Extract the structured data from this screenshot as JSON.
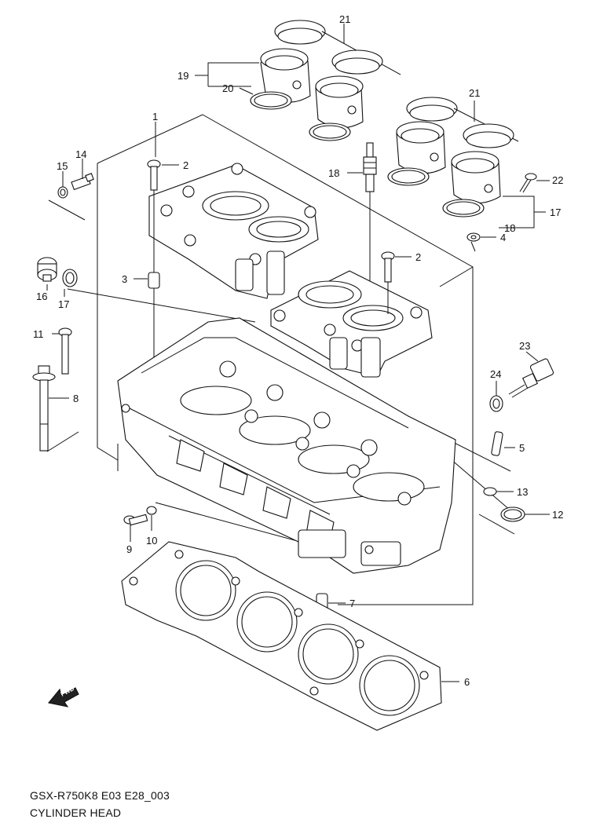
{
  "diagram": {
    "model_code": "GSX-R750K8 E03 E28_003",
    "title": "CYLINDER HEAD",
    "fwd_label": "FWD",
    "callouts": [
      {
        "id": "c21a",
        "label": "21"
      },
      {
        "id": "c19",
        "label": "19"
      },
      {
        "id": "c20",
        "label": "20"
      },
      {
        "id": "c21b",
        "label": "21"
      },
      {
        "id": "c1",
        "label": "1"
      },
      {
        "id": "c2a",
        "label": "2"
      },
      {
        "id": "c14",
        "label": "14"
      },
      {
        "id": "c15",
        "label": "15"
      },
      {
        "id": "c18a",
        "label": "18"
      },
      {
        "id": "c22",
        "label": "22"
      },
      {
        "id": "c17a",
        "label": "17"
      },
      {
        "id": "c18b",
        "label": "18"
      },
      {
        "id": "c4",
        "label": "4"
      },
      {
        "id": "c2b",
        "label": "2"
      },
      {
        "id": "c3",
        "label": "3"
      },
      {
        "id": "c16",
        "label": "16"
      },
      {
        "id": "c17b",
        "label": "17"
      },
      {
        "id": "c11",
        "label": "11"
      },
      {
        "id": "c23",
        "label": "23"
      },
      {
        "id": "c24",
        "label": "24"
      },
      {
        "id": "c8",
        "label": "8"
      },
      {
        "id": "c5",
        "label": "5"
      },
      {
        "id": "c13",
        "label": "13"
      },
      {
        "id": "c12",
        "label": "12"
      },
      {
        "id": "c9",
        "label": "9"
      },
      {
        "id": "c10",
        "label": "10"
      },
      {
        "id": "c7",
        "label": "7"
      },
      {
        "id": "c6",
        "label": "6"
      }
    ]
  }
}
